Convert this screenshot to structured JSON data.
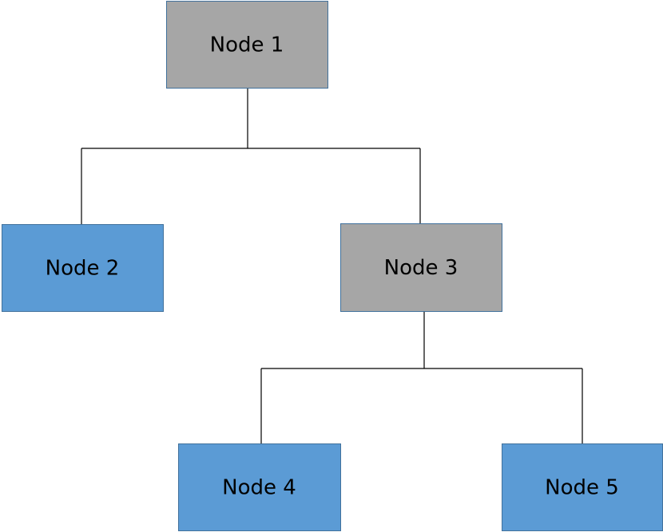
{
  "colors": {
    "internal_node_fill": "#a6a6a6",
    "leaf_node_fill": "#5b9bd5",
    "node_border": "#41719c",
    "connector": "#000000",
    "background": "#ffffff"
  },
  "nodes": [
    {
      "id": "node-1",
      "label": "Node 1",
      "kind": "internal"
    },
    {
      "id": "node-2",
      "label": "Node 2",
      "kind": "leaf"
    },
    {
      "id": "node-3",
      "label": "Node 3",
      "kind": "internal"
    },
    {
      "id": "node-4",
      "label": "Node 4",
      "kind": "leaf"
    },
    {
      "id": "node-5",
      "label": "Node 5",
      "kind": "leaf"
    }
  ],
  "edges": [
    {
      "from": "node-1",
      "to": "node-2"
    },
    {
      "from": "node-1",
      "to": "node-3"
    },
    {
      "from": "node-3",
      "to": "node-4"
    },
    {
      "from": "node-3",
      "to": "node-5"
    }
  ]
}
